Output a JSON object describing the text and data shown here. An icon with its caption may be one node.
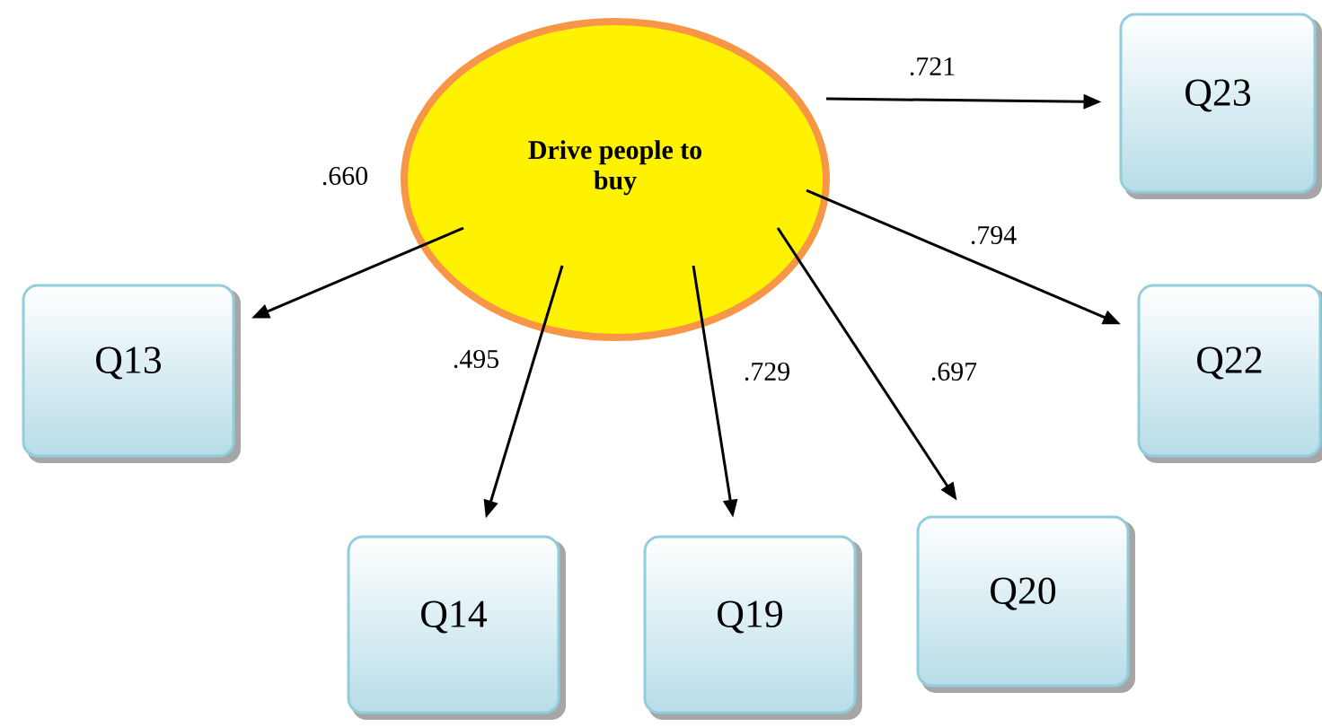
{
  "diagram": {
    "nodes": [
      {
        "text": [
          "Drive people to buy"
        ]
      },
      {
        "text": [
          "Q23"
        ]
      },
      {
        "text": [
          "Q13"
        ]
      },
      {
        "text": [
          "Q22"
        ]
      },
      {
        "text": [
          "Q14"
        ]
      },
      {
        "text": [
          "Q19"
        ]
      },
      {
        "text": [
          "Q20"
        ]
      }
    ],
    "edges": [
      {
        "from": 0,
        "to": 1,
        "arrow": "to",
        "label": ".721"
      },
      {
        "from": 0,
        "to": 2,
        "arrow": "to",
        "label": ".660"
      },
      {
        "from": 0,
        "to": 4,
        "arrow": "to",
        "label": ".495"
      },
      {
        "from": 0,
        "to": 5,
        "arrow": "to",
        "label": ".729"
      },
      {
        "from": 0,
        "to": 6,
        "arrow": "to",
        "label": ".697"
      },
      {
        "from": 0,
        "to": 3,
        "arrow": "to",
        "label": ".794"
      }
    ]
  }
}
